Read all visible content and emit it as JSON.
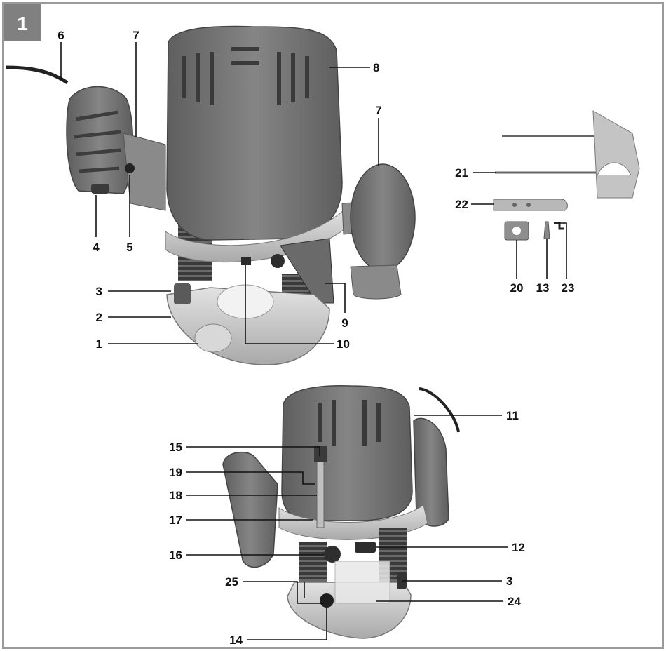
{
  "figure_number": "1",
  "callouts_top": {
    "c6": "6",
    "c7a": "7",
    "c8": "8",
    "c7b": "7",
    "c21": "21",
    "c22": "22",
    "c4": "4",
    "c5": "5",
    "c3": "3",
    "c2": "2",
    "c1": "1",
    "c9": "9",
    "c10": "10",
    "c20": "20",
    "c13": "13",
    "c23": "23"
  },
  "callouts_bottom": {
    "c11": "11",
    "c15": "15",
    "c19": "19",
    "c18": "18",
    "c17": "17",
    "c16": "16",
    "c12": "12",
    "c25": "25",
    "c3": "3",
    "c24": "24",
    "c14": "14"
  },
  "colors": {
    "body": "#777777",
    "body_dark": "#5a5a5a",
    "metal": "#c9c9c9",
    "badge": "#808080",
    "frame": "#9a9a9a"
  }
}
